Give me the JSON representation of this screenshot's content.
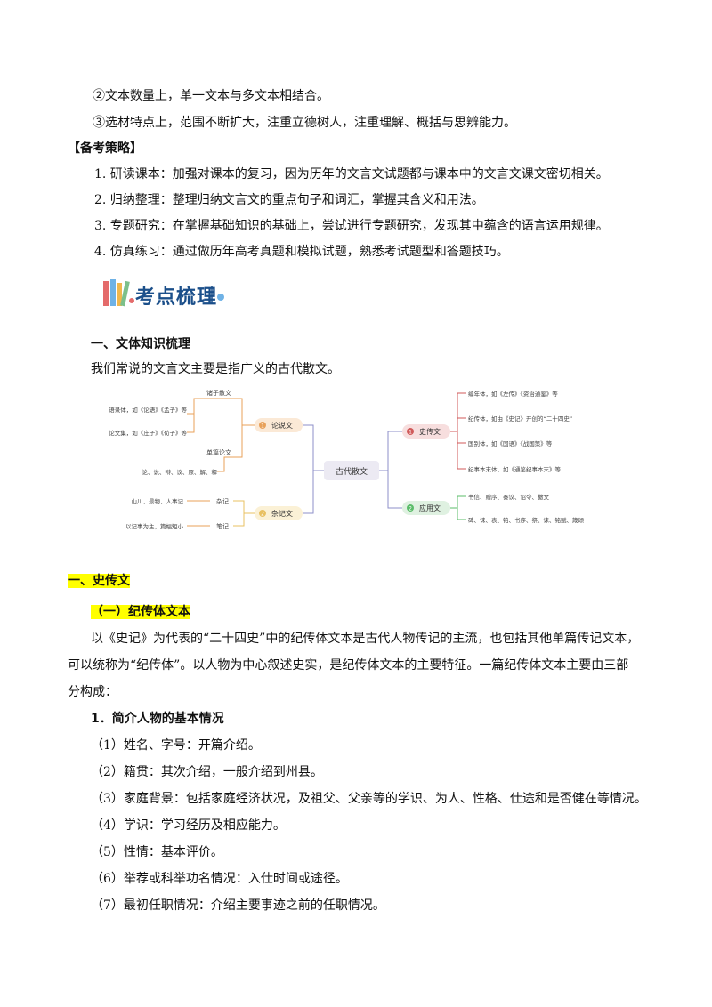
{
  "intro_lines": [
    "②文本数量上，单一文本与多文本相结合。",
    "③选材特点上，范围不断扩大，注重立德树人，注重理解、概括与思辨能力。"
  ],
  "strategy": {
    "heading": "【备考策略】",
    "items": [
      "1. 研读课本：加强对课本的复习，因为历年的文言文试题都与课本中的文言文课文密切相关。",
      "2. 归纳整理：整理归纳文言文的重点句子和词汇，掌握其含义和用法。",
      "3. 专题研究：在掌握基础知识的基础上，尝试进行专题研究，发现其中蕴含的语言运用规律。",
      "4. 仿真练习：通过做历年高考真题和模拟试题，熟悉考试题型和答题技巧。"
    ]
  },
  "banner_title": "考点梳理",
  "section1": {
    "heading": "一、文体知识梳理",
    "body": "我们常说的文言文主要是指广义的古代散文。"
  },
  "mindmap": {
    "root": "古代散文",
    "lun": {
      "label": "论说文",
      "num": "1",
      "children": [
        "诸子散文",
        "单篇论文"
      ],
      "leaves": [
        "语录体，如《论语》《孟子》等",
        "论文集，如《庄子》《荀子》等",
        "论、说、辩、议、原、解、释"
      ]
    },
    "zaji": {
      "label": "杂记文",
      "num": "2",
      "children": [
        "杂记",
        "笔记"
      ],
      "leaves": [
        "山川、景物、人事记",
        "以记事为主，篇幅短小"
      ]
    },
    "shi": {
      "label": "史传文",
      "num": "1",
      "leaves": [
        "编年体，如《左传》《资治通鉴》等",
        "纪传体，如由《史记》开创的“二十四史”",
        "国别体，如《国语》《战国策》等",
        "纪事本末体，如《通鉴纪事本末》等"
      ]
    },
    "ying": {
      "label": "应用文",
      "num": "2",
      "leaves": [
        "书信、赠序、奏议、诏令、檄文",
        "碑、诔、表、铭、书序、祭、诔、铭赋、箴颂"
      ]
    },
    "colors": {
      "lun": "#e8a15a",
      "zaji": "#e8c062",
      "shi": "#d05a5a",
      "ying": "#5bbd6a",
      "root": "#8d8fc8"
    }
  },
  "section2": {
    "heading": "一、史传文",
    "subheading": "（一）纪传体文本",
    "para_lines": [
      "以《史记》为代表的“二十四史”中的纪传体文本是古代人物传记的主流，也包括其他单篇传记文本，",
      "可以统称为“纪传体”。以人物为中心叙述史实，是纪传体文本的主要特征。一篇纪传体文本主要由三部",
      "分构成："
    ],
    "point_heading": "1．简介人物的基本情况",
    "points": [
      "（1）姓名、字号：开篇介绍。",
      "（2）籍贯：其次介绍，一般介绍到州县。",
      "（3）家庭背景：包括家庭经济状况，及祖父、父亲等的学识、为人、性格、仕途和是否健在等情况。",
      "（4）学识：学习经历及相应能力。",
      "（5）性情：基本评价。",
      "（6）举荐或科举功名情况：入仕时间或途径。",
      "（7）最初任职情况：介绍主要事迹之前的任职情况。"
    ]
  }
}
